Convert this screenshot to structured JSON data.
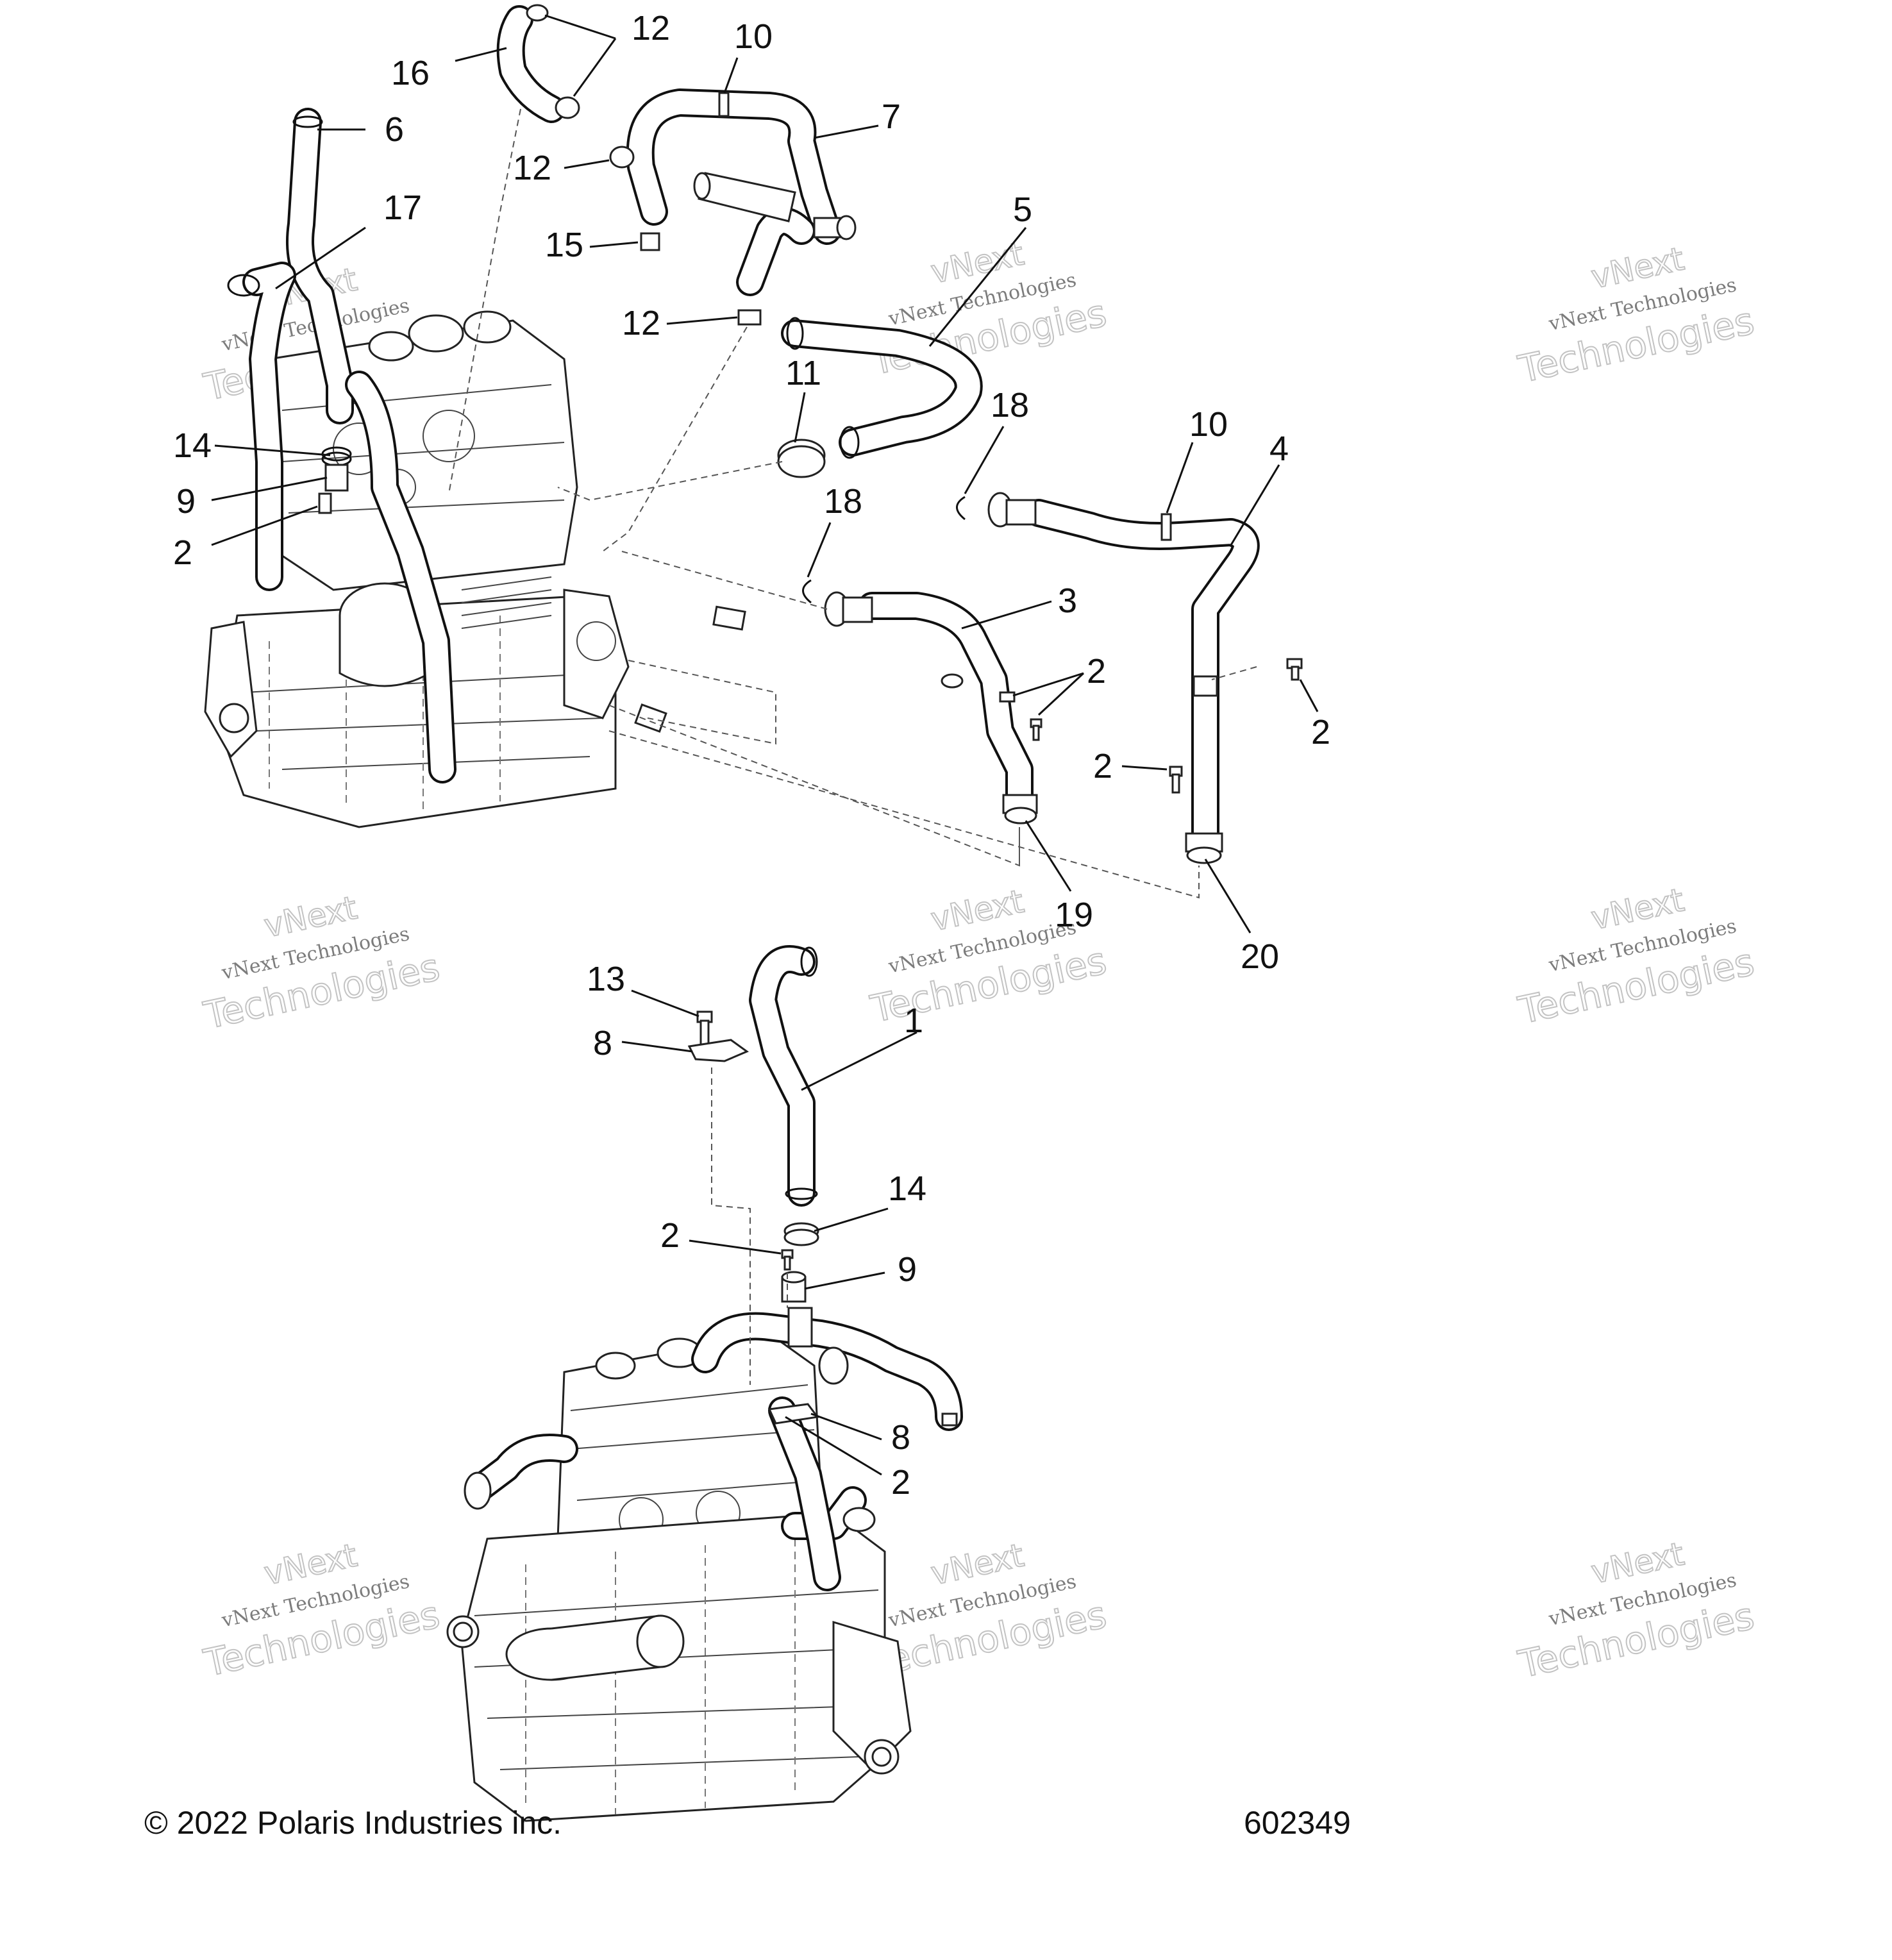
{
  "callouts": {
    "c12a": "12",
    "c16": "16",
    "c10a": "10",
    "c6": "6",
    "c7": "7",
    "c12b": "12",
    "c17": "17",
    "c15": "15",
    "c5": "5",
    "c12c": "12",
    "c11": "11",
    "c18a": "18",
    "c10b": "10",
    "c4": "4",
    "c14a": "14",
    "c9a": "9",
    "c2a": "2",
    "c18b": "18",
    "c3": "3",
    "c2b": "2",
    "c2c": "2",
    "c2d": "2",
    "c19": "19",
    "c20": "20",
    "c13": "13",
    "c8a": "8",
    "c1": "1",
    "c14b": "14",
    "c2e": "2",
    "c9b": "9",
    "c8b": "8",
    "c2f": "2"
  },
  "watermark": {
    "line1": "vNext Technologies",
    "line2": "Technologies",
    "small": "vNext"
  },
  "footer": {
    "copyright": "© 2022 Polaris Industries inc.",
    "figure_number": "602349"
  }
}
